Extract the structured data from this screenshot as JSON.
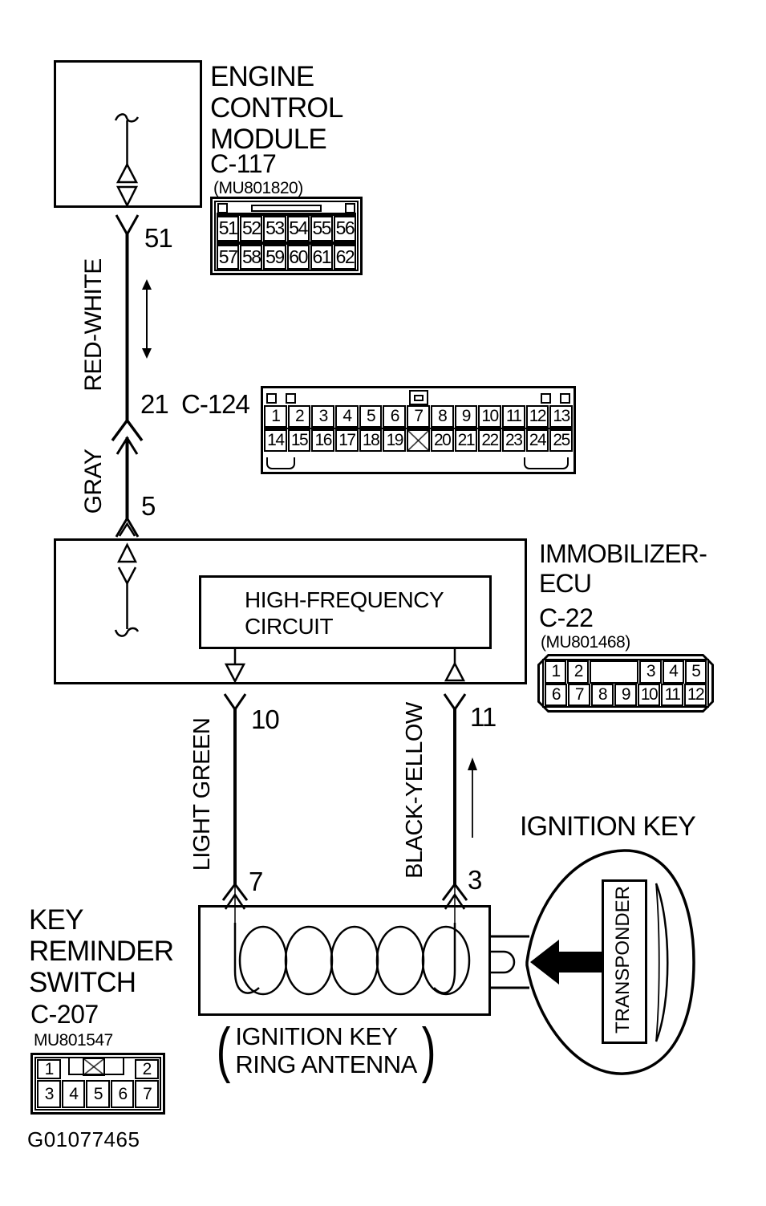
{
  "figure_id": "G01077465",
  "colors": {
    "ink": "#000000",
    "paper": "#ffffff"
  },
  "ecm": {
    "title_lines": [
      "ENGINE",
      "CONTROL",
      "MODULE"
    ],
    "connector_id": "C-117",
    "part_number": "(MU801820)",
    "pin": "51",
    "pins_row1": [
      "51",
      "52",
      "53",
      "54",
      "55",
      "56"
    ],
    "pins_row2": [
      "57",
      "58",
      "59",
      "60",
      "61",
      "62"
    ]
  },
  "wire_ecm_to_immobilizer": {
    "color_upper": "RED-WHITE",
    "color_lower": "GRAY",
    "inline_connector": {
      "id": "C-124",
      "pin_upper": "21",
      "pin_lower": "5",
      "pins_row1": [
        "1",
        "2",
        "3",
        "4",
        "5",
        "6",
        "7",
        "8",
        "9",
        "10",
        "11",
        "12",
        "13"
      ],
      "pins_row2": [
        "14",
        "15",
        "16",
        "17",
        "18",
        "19",
        "X",
        "20",
        "21",
        "22",
        "23",
        "24",
        "25"
      ]
    }
  },
  "immobilizer": {
    "title_lines": [
      "IMMOBILIZER-",
      "ECU"
    ],
    "connector_id": "C-22",
    "part_number": "(MU801468)",
    "internal_block_lines": [
      "HIGH-FREQUENCY",
      "CIRCUIT"
    ],
    "pin_left": "10",
    "pin_right": "11",
    "pins_row1": [
      "1",
      "2",
      "",
      "3",
      "4",
      "5"
    ],
    "pins_row2": [
      "6",
      "7",
      "8",
      "9",
      "10",
      "11",
      "12"
    ]
  },
  "wire_left": {
    "color": "LIGHT GREEN",
    "pin_top": "10",
    "pin_bottom": "7"
  },
  "wire_right": {
    "color": "BLACK-YELLOW",
    "pin_top": "11",
    "pin_bottom": "3"
  },
  "key_reminder_switch": {
    "title_lines": [
      "KEY",
      "REMINDER",
      "SWITCH"
    ],
    "connector_id": "C-207",
    "part_number": "MU801547",
    "pin_row1_left": "1",
    "pin_row1_right": "2",
    "pins_row2": [
      "3",
      "4",
      "5",
      "6",
      "7"
    ]
  },
  "ring_antenna": {
    "paren_open": "(",
    "caption_line1": "IGNITION KEY",
    "caption_line2": "RING ANTENNA",
    "paren_close": ")"
  },
  "ignition_key": {
    "title": "IGNITION KEY",
    "transponder": "TRANSPONDER"
  }
}
